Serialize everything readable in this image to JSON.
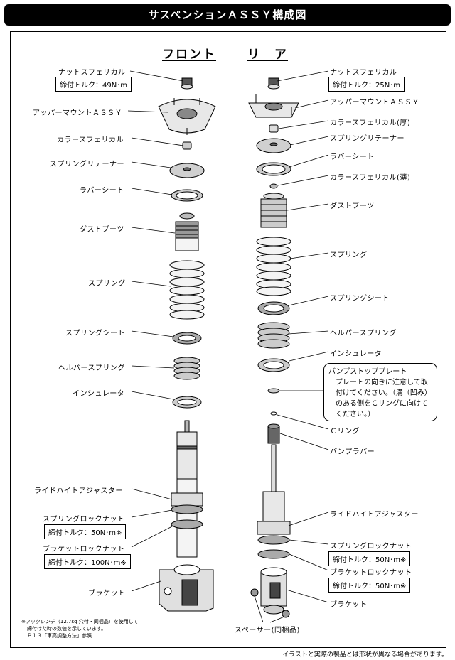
{
  "title": "サスペンションＡＳＳＹ構成図",
  "columns": {
    "front": "フロント",
    "rear": "リ　ア"
  },
  "front": {
    "nut": "ナットスフェリカル",
    "nut_torque": "締付トルク：49N･m",
    "upper_mount": "アッパーマウントＡＳＳＹ",
    "collar": "カラースフェリカル",
    "retainer": "スプリングリテーナー",
    "rubber_seat": "ラバーシート",
    "dust_boot": "ダストブーツ",
    "spring": "スプリング",
    "spring_seat": "スプリングシート",
    "helper_spring": "ヘルパースプリング",
    "insulator": "インシュレータ",
    "ride_height": "ライドハイトアジャスター",
    "spring_locknut": "スプリングロックナット",
    "spring_locknut_torque": "締付トルク：50N･m※",
    "bracket_locknut": "ブラケットロックナット",
    "bracket_locknut_torque": "締付トルク：100N･m※",
    "bracket": "ブラケット"
  },
  "rear": {
    "nut": "ナットスフェリカル",
    "nut_torque": "締付トルク：25N･m",
    "upper_mount": "アッパーマウントＡＳＳＹ",
    "collar_thick": "カラースフェリカル(厚)",
    "retainer": "スプリングリテーナー",
    "rubber_seat": "ラバーシート",
    "collar_thin": "カラースフェリカル(薄)",
    "dust_boot": "ダストブーツ",
    "spring": "スプリング",
    "spring_seat": "スプリングシート",
    "helper_spring": "ヘルパースプリング",
    "insulator": "インシュレータ",
    "c_ring": "Ｃリング",
    "bump_rubber": "バンプラバー",
    "ride_height": "ライドハイトアジャスター",
    "spring_locknut": "スプリングロックナット",
    "spring_locknut_torque": "締付トルク：50N･m※",
    "bracket_locknut": "ブラケットロックナット",
    "bracket_locknut_torque": "締付トルク：50N･m※",
    "bracket": "ブラケット",
    "spacer": "スペーサー(同梱品)"
  },
  "bump_stop_note": {
    "title": "バンプストッププレート",
    "body": "プレートの向きに注意して取付けてください。（溝（凹み）のある側をＣリングに向けてください。）"
  },
  "footnote": {
    "line1": "※フックレンチ（12.7sq 穴付・同梱品）を使用して",
    "line2": "締付けた時の数値を示しています。",
    "line3": "Ｐ１３「車高調整方法」参照"
  },
  "disclaimer": "イラストと実際の製品とは形状が異なる場合があります。"
}
